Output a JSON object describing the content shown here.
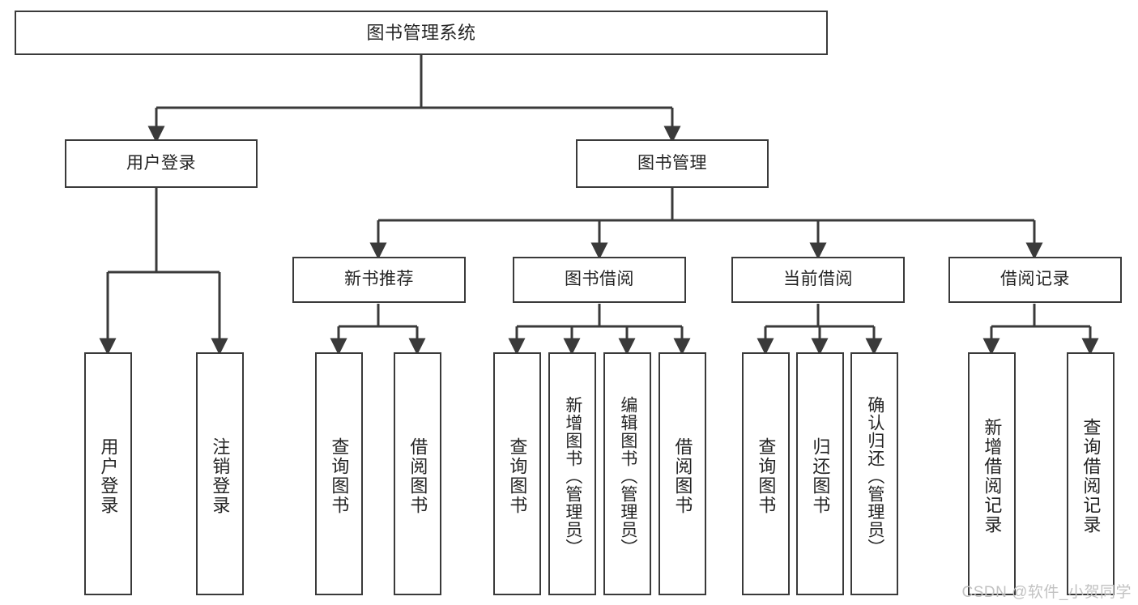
{
  "diagram": {
    "title": "图书管理系统",
    "type": "tree",
    "colors": {
      "box_border": "#3a3a3a",
      "box_fill": "#ffffff",
      "connector": "#3a3a3a",
      "text": "#242424",
      "background": "#ffffff",
      "watermark": "#c2c2c2"
    },
    "nodes": {
      "root": {
        "label": "图书管理系统"
      },
      "level2": [
        {
          "label": "用户登录"
        },
        {
          "label": "图书管理"
        }
      ],
      "level3": [
        {
          "label": "新书推荐"
        },
        {
          "label": "图书借阅"
        },
        {
          "label": "当前借阅"
        },
        {
          "label": "借阅记录"
        }
      ],
      "leaves_user_login": [
        {
          "label": "用户登录"
        },
        {
          "label": "注销登录"
        }
      ],
      "leaves_new_book": [
        {
          "label": "查询图书"
        },
        {
          "label": "借阅图书"
        }
      ],
      "leaves_borrow": [
        {
          "label": "查询图书"
        },
        {
          "label": "新增图书（管理员）"
        },
        {
          "label": "编辑图书（管理员）"
        },
        {
          "label": "借阅图书"
        }
      ],
      "leaves_current": [
        {
          "label": "查询图书"
        },
        {
          "label": "归还图书"
        },
        {
          "label": "确认归还（管理员）"
        }
      ],
      "leaves_records": [
        {
          "label": "新增借阅记录"
        },
        {
          "label": "查询借阅记录"
        }
      ]
    },
    "watermark": "CSDN @软件_小贺同学"
  }
}
